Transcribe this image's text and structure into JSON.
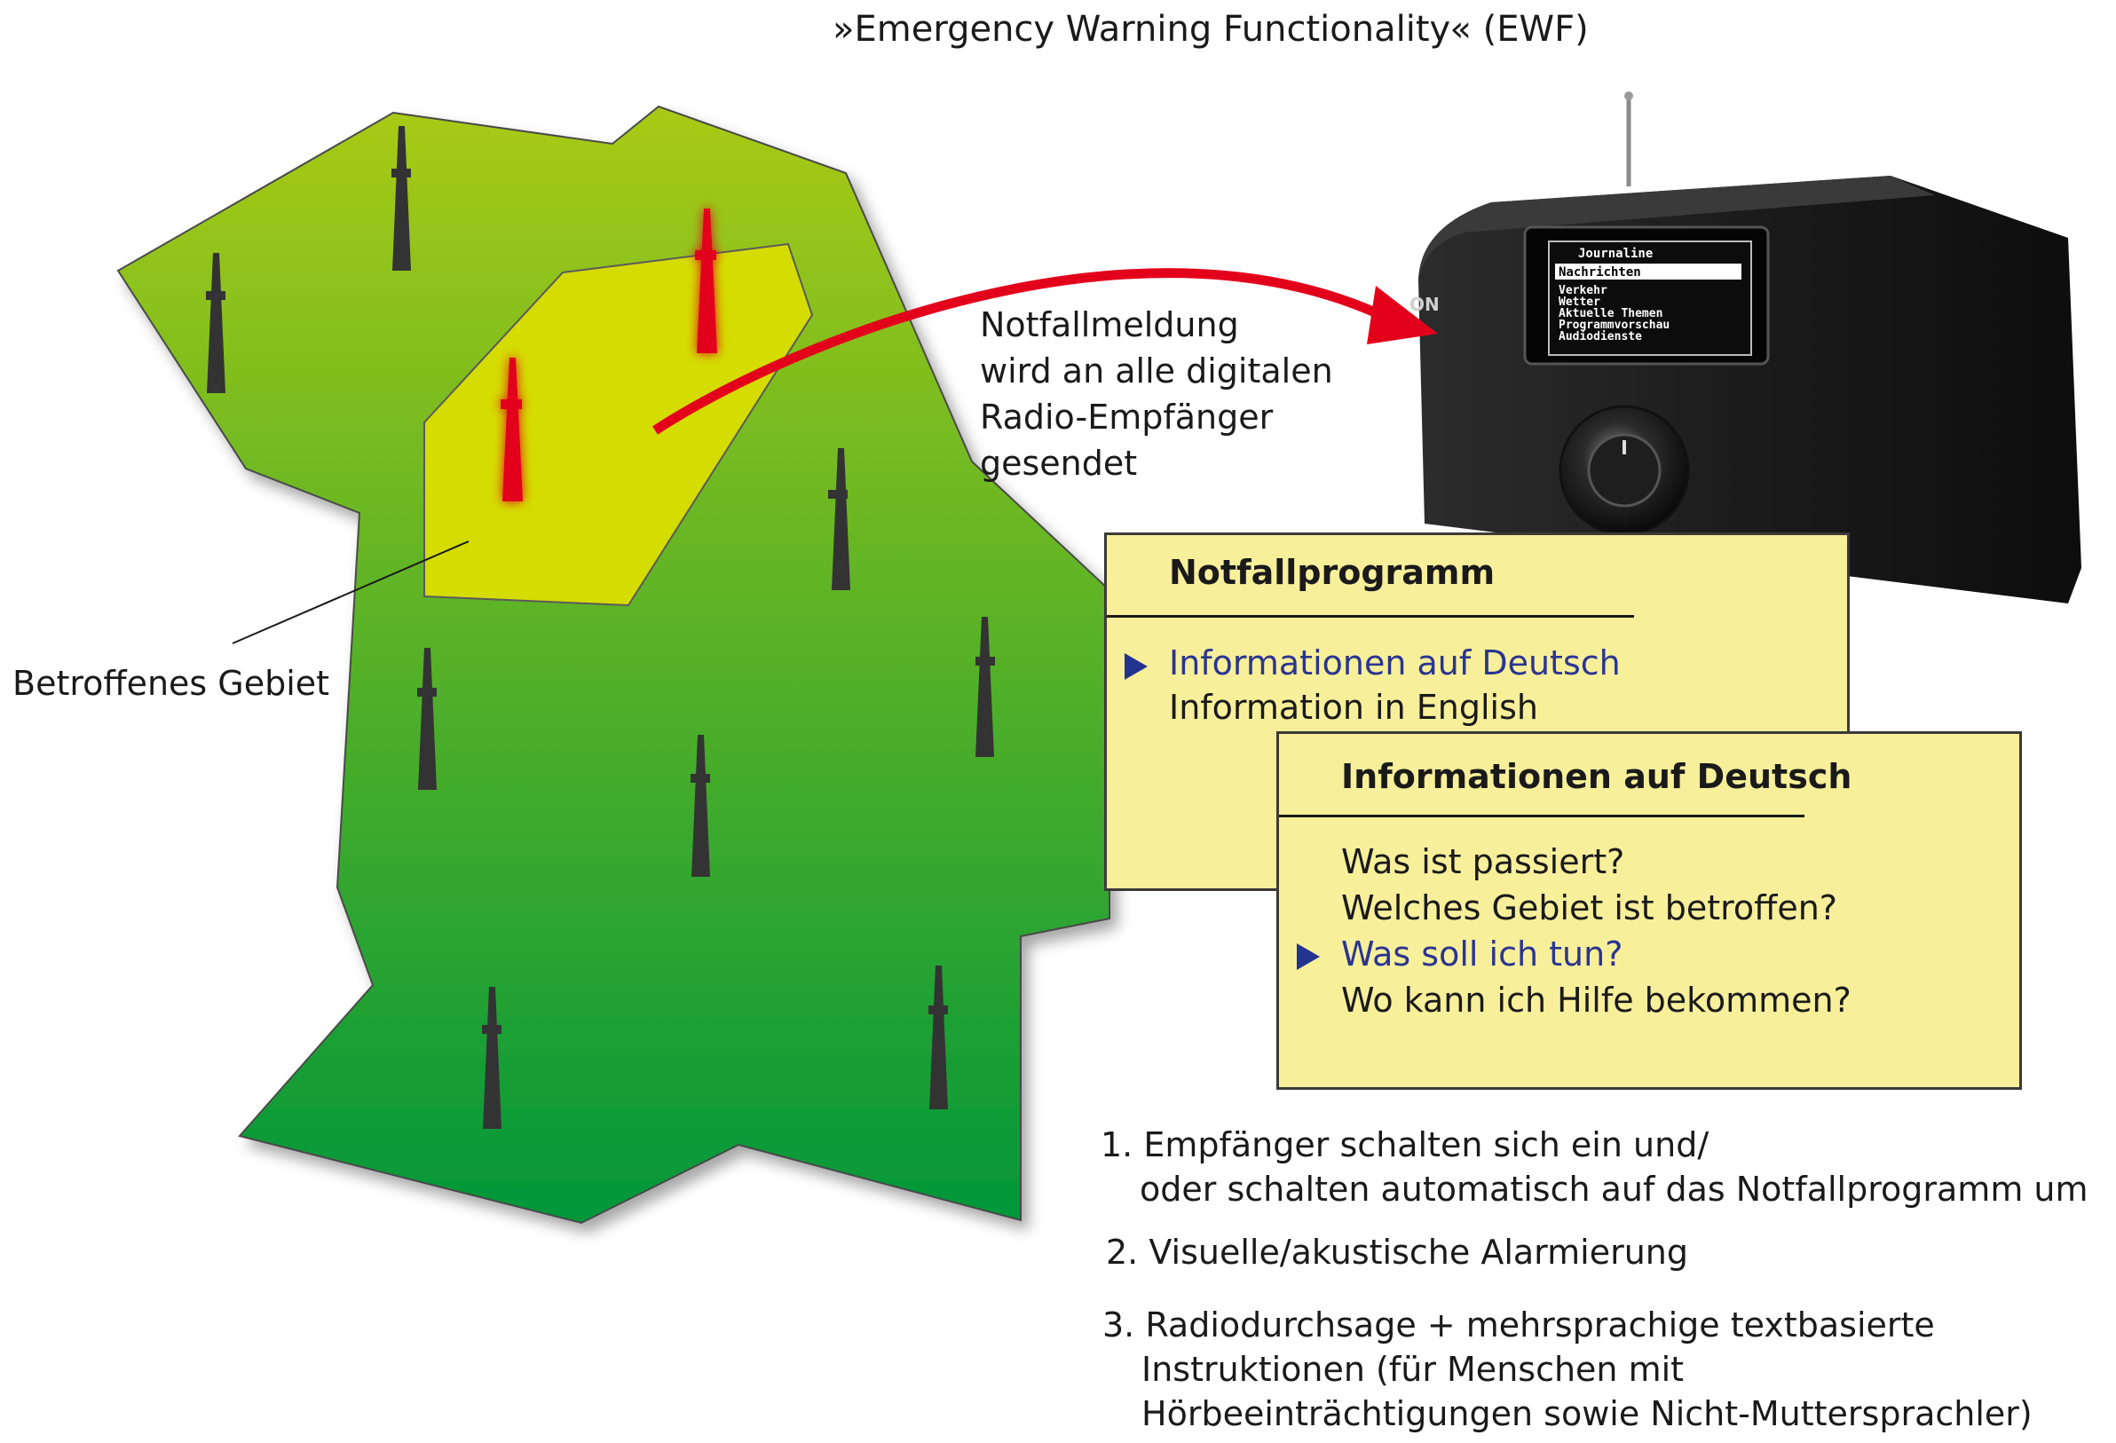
{
  "title": "»Emergency Warning Functionality« (EWF)",
  "arrow_caption": [
    "Notfallmeldung",
    "wird an alle digitalen",
    "Radio-Empfänger",
    "gesendet"
  ],
  "area_label": "Betroffenes Gebiet",
  "radio": {
    "screen_title": "Journaline",
    "screen_items": [
      "Nachrichten",
      "Verkehr",
      "Wetter",
      "Aktuelle Themen",
      "Programmvorschau",
      "Audiodienste"
    ],
    "selected_index": 0,
    "brand_fragment": "ON"
  },
  "panel_program": {
    "title": "Notfallprogramm",
    "options": [
      "Informationen auf Deutsch",
      "Information in English"
    ],
    "selected": 0
  },
  "panel_info": {
    "title": "Informationen auf Deutsch",
    "options": [
      "Was ist passiert?",
      "Welches Gebiet ist betroffen?",
      "Was soll ich tun?",
      "Wo kann ich Hilfe bekommen?"
    ],
    "selected": 2
  },
  "steps": [
    {
      "num": "1.",
      "lines": [
        "Empfänger schalten sich ein und/",
        "oder schalten automatisch auf das Notfallprogramm um"
      ]
    },
    {
      "num": "2.",
      "lines": [
        "Visuelle/akustische Alarmierung"
      ]
    },
    {
      "num": "3.",
      "lines": [
        "Radiodurchsage + mehrsprachige textbasierte",
        "Instruktionen (für Menschen mit",
        "Hörbeeinträchtigungen sowie Nicht-Muttersprachler)"
      ]
    }
  ],
  "colors": {
    "map_top": "#a9ca16",
    "map_bottom": "#00973a",
    "affected_area": "#d4dc00",
    "alert_tower": "#e3001b",
    "normal_tower": "#333333",
    "arrow": "#e3001b",
    "panel_bg": "#f8ef9b",
    "selected_text": "#2a3590"
  }
}
